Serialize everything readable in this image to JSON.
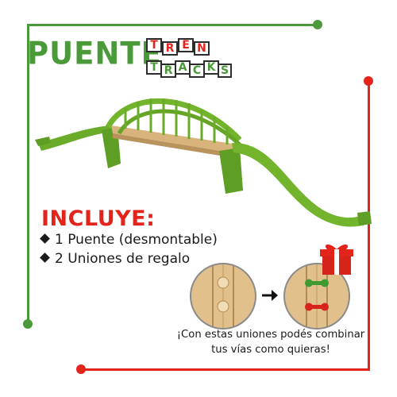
{
  "header": {
    "title": "PUENTE",
    "logo": {
      "word1_letters": [
        "T",
        "R",
        "E",
        "N"
      ],
      "word2_letters": [
        "T",
        "R",
        "A",
        "C",
        "K",
        "S"
      ]
    }
  },
  "colors": {
    "green": "#4a9a3a",
    "red": "#e3241b",
    "bridge_green": "#72b52c",
    "wood": "#d8b47c"
  },
  "product_image": {
    "icon": "green-arch-bridge-track"
  },
  "includes": {
    "heading": "INCLUYE:",
    "items": [
      "1 Puente (desmontable)",
      "2 Uniones de regalo"
    ]
  },
  "comparison": {
    "before_icon": "track-connector-peg-icon",
    "arrow_icon": "arrow-right-icon",
    "after_icon": "colored-connector-icon",
    "gift_icon": "gift-box-icon",
    "caption_line1": "¡Con estas uniones podés combinar",
    "caption_line2": "tus vías como quieras!"
  }
}
